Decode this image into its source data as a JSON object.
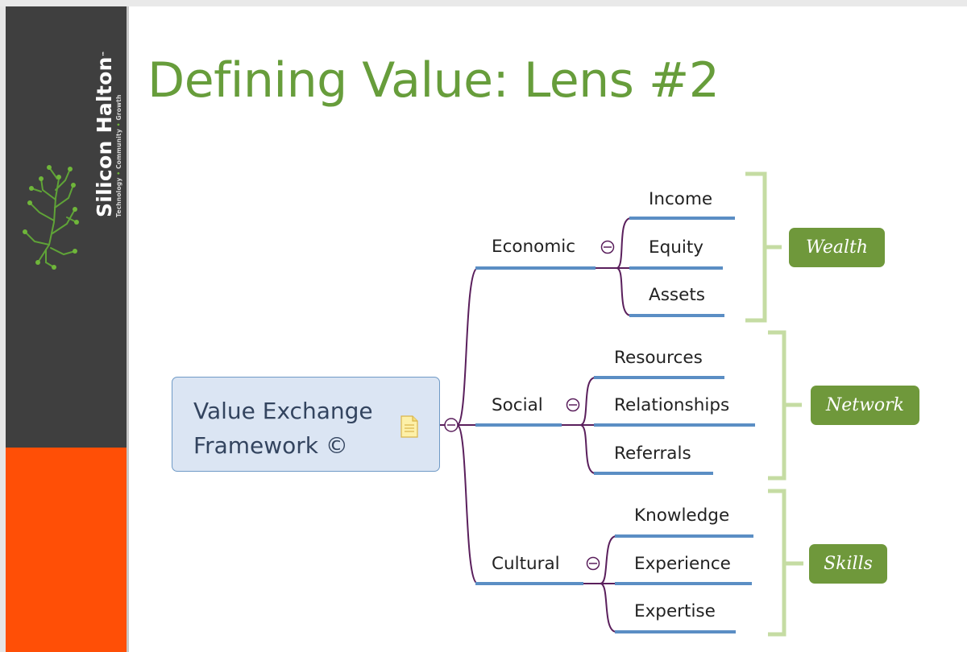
{
  "branding": {
    "name": "Silicon Halton",
    "trademark": "™",
    "tagline": [
      "Technology",
      "Community",
      "Growth"
    ],
    "tagline_separator": "•"
  },
  "slide": {
    "title": "Defining Value: Lens #2"
  },
  "mind_map": {
    "central_topic": "Value Exchange\nFramework ©",
    "branches": [
      {
        "label": "Economic",
        "group": "Wealth",
        "subtopics": [
          "Income",
          "Equity",
          "Assets"
        ]
      },
      {
        "label": "Social",
        "group": "Network",
        "subtopics": [
          "Resources",
          "Relationships",
          "Referrals"
        ]
      },
      {
        "label": "Cultural",
        "group": "Skills",
        "subtopics": [
          "Knowledge",
          "Experience",
          "Expertise"
        ]
      }
    ]
  },
  "colors": {
    "title": "#679d3b",
    "sidebar": "#3f3f3f",
    "sidebar_accent": "#ff4f06",
    "node_fill": "#dbe5f3",
    "node_border": "#6f9ac6",
    "connector": "#5a1f5c",
    "underline": "#5b8ec4",
    "bracket": "#c5dca3",
    "badge": "#6f983b"
  },
  "icons": {
    "collapse": "circle-minus-icon",
    "note": "note-icon",
    "logo": "circuit-tree-icon"
  }
}
